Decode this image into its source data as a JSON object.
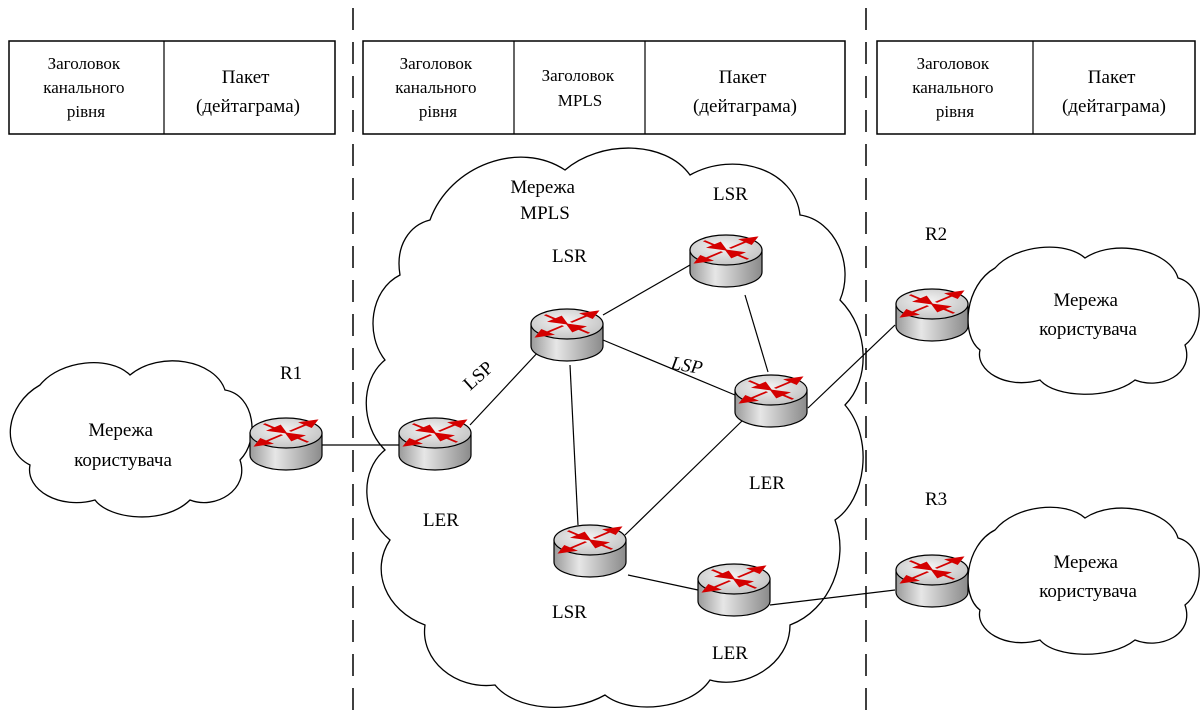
{
  "header_left": {
    "cells": [
      [
        "Заголовок",
        "канального",
        "рівня"
      ],
      [
        "Пакет",
        "(дейтаграма)"
      ]
    ]
  },
  "header_middle": {
    "cells": [
      [
        "Заголовок",
        "канального",
        "рівня"
      ],
      [
        "Заголовок",
        "MPLS"
      ],
      [
        "Пакет",
        "(дейтаграма)"
      ]
    ]
  },
  "header_right": {
    "cells": [
      [
        "Заголовок",
        "канального",
        "рівня"
      ],
      [
        "Пакет",
        "(дейтаграма)"
      ]
    ]
  },
  "mpls_cloud": {
    "label": [
      "Мережа",
      "MPLS"
    ]
  },
  "user_networks": {
    "left": [
      "Мережа",
      "користувача"
    ],
    "right_top": [
      "Мережа",
      "користувача"
    ],
    "right_bottom": [
      "Мережа",
      "користувача"
    ]
  },
  "routers": {
    "r1": "R1",
    "r2": "R2",
    "r3": "R3",
    "ler_left": "LER",
    "lsr_top_left": "LSR",
    "lsr_top_right": "LSR",
    "ler_right": "LER",
    "lsr_bottom": "LSR",
    "ler_bottom": "LER"
  },
  "paths": {
    "lsp_left": "LSP",
    "lsp_middle": "LSP"
  },
  "colors": {
    "router_arrows": "#d40000",
    "router_body": "#cfcfcf"
  }
}
